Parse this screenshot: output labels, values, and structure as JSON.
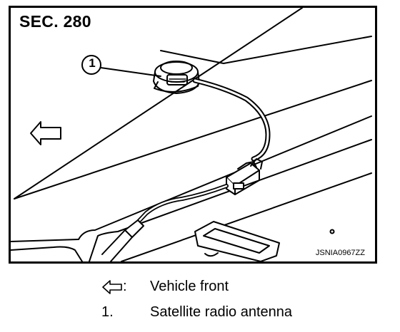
{
  "section_label": "SEC. 280",
  "callout_number": "1",
  "image_code": "JSNIA0967ZZ",
  "legend": [
    {
      "symbol": "front-arrow-icon",
      "suffix": ":",
      "text": "Vehicle front"
    },
    {
      "symbol": "1.",
      "text": "Satellite radio antenna"
    }
  ]
}
